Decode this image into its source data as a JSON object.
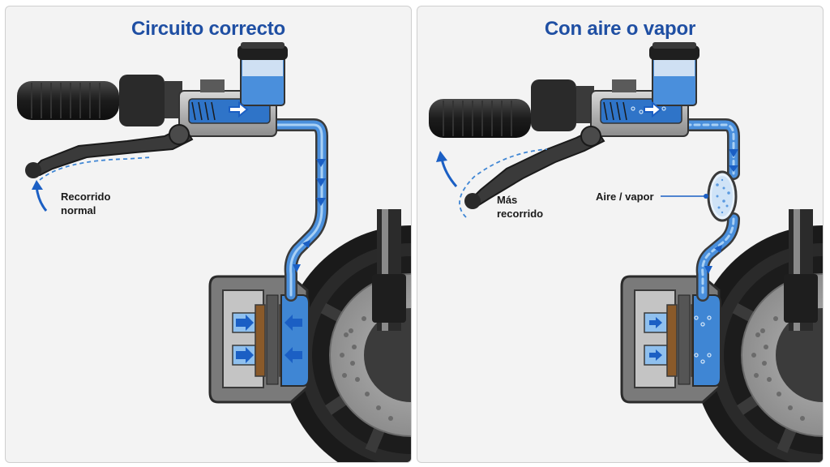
{
  "colors": {
    "title": "#1f4fa3",
    "fluid": "#3f86d4",
    "fluid_light": "#8fc0ee",
    "arrow": "#1b5fc4",
    "metal_dark": "#3a3a3a",
    "metal_mid": "#8a8a8a",
    "metal_light": "#c9c9c9",
    "background": "#f3f3f3"
  },
  "panels": [
    {
      "title": "Circuito correcto",
      "lever_label_line1": "Recorrido",
      "lever_label_line2": "normal",
      "state": "correct"
    },
    {
      "title": "Con aire o vapor",
      "lever_label_line1": "Más",
      "lever_label_line2": "recorrido",
      "bubble_label": "Aire / vapor",
      "state": "air"
    }
  ],
  "icons": [
    "handlebar-grip-icon",
    "brake-lever-icon",
    "master-cylinder-icon",
    "reservoir-icon",
    "brake-hose-icon",
    "caliper-icon",
    "brake-disc-icon",
    "wheel-icon",
    "fork-icon",
    "flow-arrow-icon",
    "air-bubble-icon"
  ]
}
